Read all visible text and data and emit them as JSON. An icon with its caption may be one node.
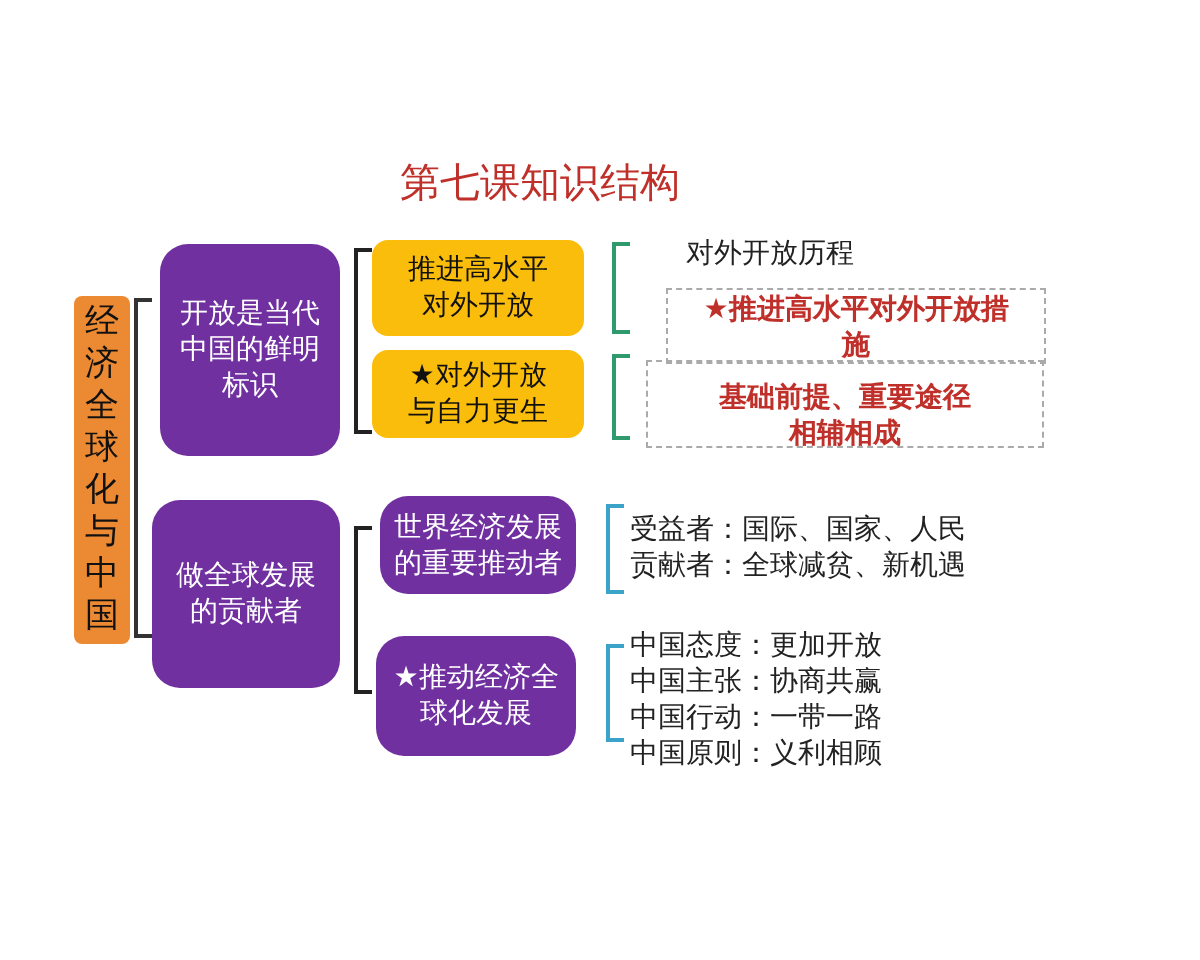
{
  "diagram": {
    "title": "第七课知识结构",
    "nodes": [
      {
        "text": [
          "经济全球化与中国"
        ]
      },
      {
        "text": [
          "开放是当代中国的鲜明标识"
        ]
      },
      {
        "text": [
          "做全球发展的贡献者"
        ]
      },
      {
        "text": [
          "推进高水平对外开放"
        ]
      },
      {
        "text": [
          "★对外开放与自力更生"
        ]
      },
      {
        "text": [
          "★推进高水平对外开放措施"
        ]
      },
      {
        "text": [
          "基础前提、重要途径相辅相成"
        ]
      },
      {
        "text": [
          "世界经济发展的重要推动者"
        ]
      },
      {
        "text": [
          "★推动经济全球化发展"
        ]
      }
    ],
    "labels": [
      "对外开放历程",
      "受益者：国际、国家、人民",
      "贡献者：全球减贫、新机遇",
      "中国态度：更加开放",
      "中国主张：协商共赢",
      "中国行动：一带一路",
      "中国原则：义利相顾"
    ]
  }
}
